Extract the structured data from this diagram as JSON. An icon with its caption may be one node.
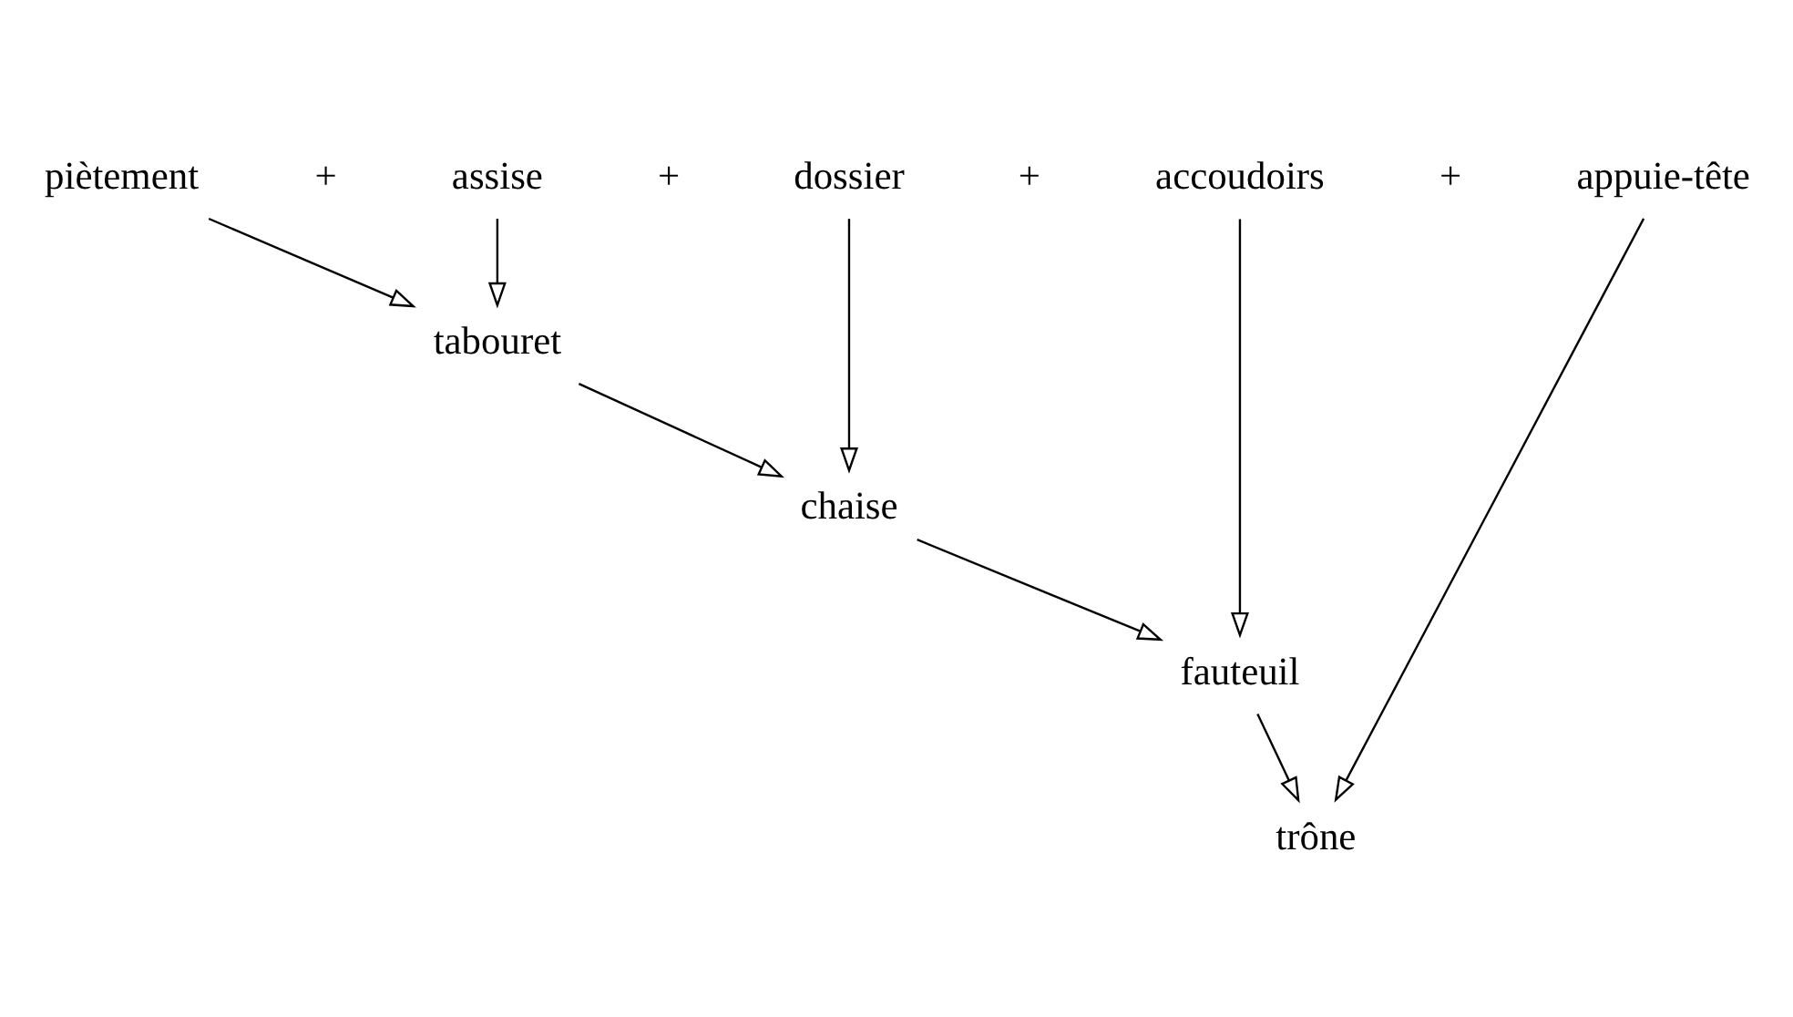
{
  "diagram": {
    "nodes": [
      {
        "text": [
          "piètement"
        ]
      },
      {
        "text": [
          "assise"
        ]
      },
      {
        "text": [
          "dossier"
        ]
      },
      {
        "text": [
          "accoudoirs"
        ]
      },
      {
        "text": [
          "appuie-tête"
        ]
      },
      {
        "text": [
          "tabouret"
        ]
      },
      {
        "text": [
          "chaise"
        ]
      },
      {
        "text": [
          "fauteuil"
        ]
      },
      {
        "text": [
          "trône"
        ]
      }
    ],
    "edges": [
      {
        "from": 0,
        "to": 5,
        "arrow": "to"
      },
      {
        "from": 1,
        "to": 5,
        "arrow": "to"
      },
      {
        "from": 5,
        "to": 6,
        "arrow": "to"
      },
      {
        "from": 2,
        "to": 6,
        "arrow": "to"
      },
      {
        "from": 6,
        "to": 7,
        "arrow": "to"
      },
      {
        "from": 3,
        "to": 7,
        "arrow": "to"
      },
      {
        "from": 7,
        "to": 8,
        "arrow": "to"
      },
      {
        "from": 4,
        "to": 8,
        "arrow": "to"
      }
    ],
    "labels": [
      "+",
      "+",
      "+",
      "+"
    ]
  }
}
